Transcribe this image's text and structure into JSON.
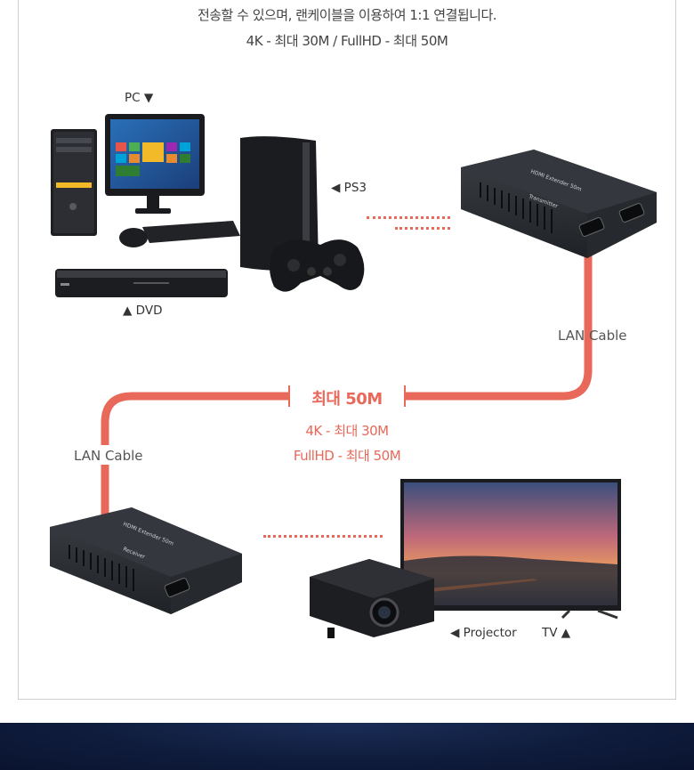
{
  "header": {
    "line1": "전송할 수 있으며, 랜케이블을 이용하여 1:1 연결됩니다.",
    "line2": "4K - 최대 30M  /  FullHD - 최대 50M"
  },
  "devices": {
    "pc_label": "PC ▼",
    "ps3_label": "◀ PS3",
    "dvd_label": "▲ DVD",
    "projector_label": "◀ Projector",
    "tv_label": "TV ▲",
    "transmitter_caption": "HDMI Extender 50m",
    "transmitter_tag": "Transmitter",
    "receiver_caption": "HDMI Extender 50m",
    "receiver_tag": "Receiver"
  },
  "cables": {
    "lan_right": "LAN Cable",
    "lan_left": "LAN Cable",
    "max_distance": "최대 50M",
    "spec_4k": "4K - 최대 30M",
    "spec_fhd": "FullHD - 최대 50M"
  },
  "colors": {
    "cable": "#e8685a",
    "device_body": "#2b2e33",
    "band": "#0f1c3c"
  }
}
